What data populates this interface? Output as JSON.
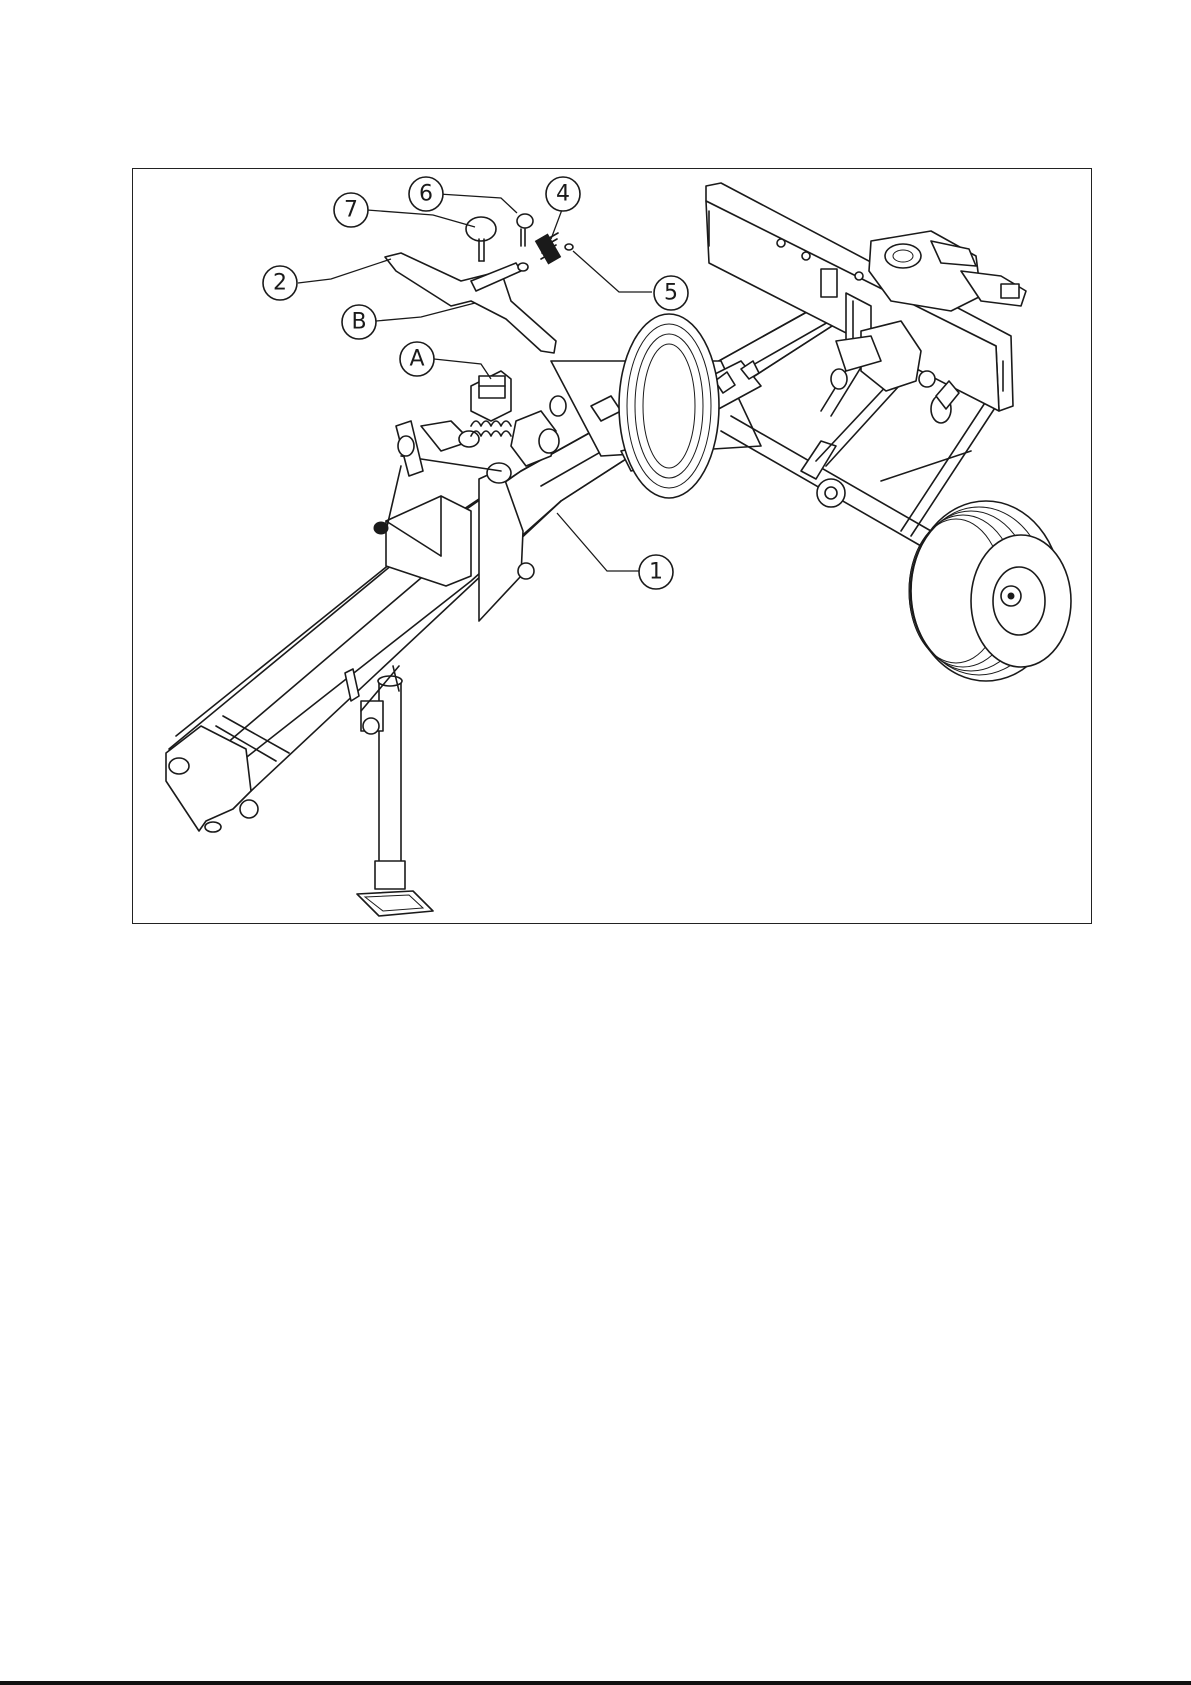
{
  "callouts": [
    {
      "id": "c7",
      "label": "7"
    },
    {
      "id": "c6",
      "label": "6"
    },
    {
      "id": "c4",
      "label": "4"
    },
    {
      "id": "c2",
      "label": "2"
    },
    {
      "id": "c5",
      "label": "5"
    },
    {
      "id": "cB",
      "label": "B"
    },
    {
      "id": "cA",
      "label": "A"
    },
    {
      "id": "c1",
      "label": "1"
    }
  ]
}
